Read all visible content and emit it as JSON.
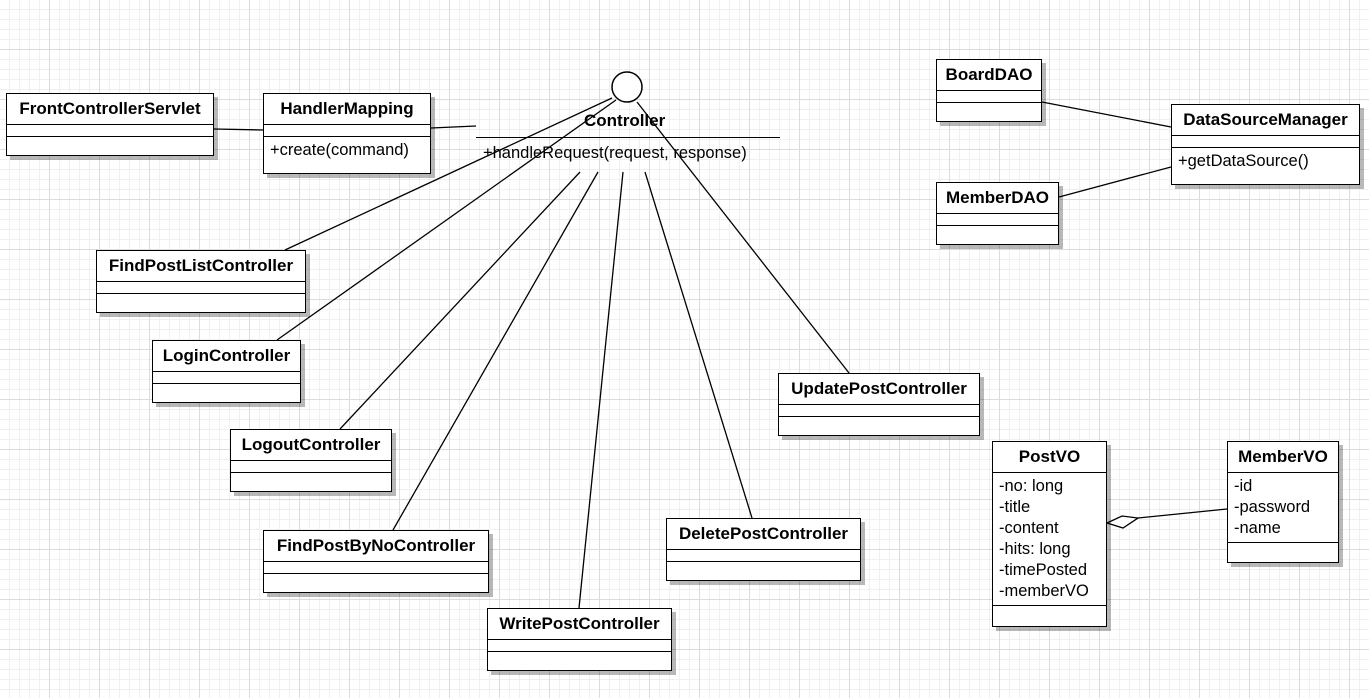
{
  "classes": {
    "frontController": {
      "name": "FrontControllerServlet",
      "attrs": [],
      "ops": []
    },
    "handlerMapping": {
      "name": "HandlerMapping",
      "attrs": [],
      "ops": [
        "+create(command)"
      ]
    },
    "findPostList": {
      "name": "FindPostListController",
      "attrs": [],
      "ops": []
    },
    "login": {
      "name": "LoginController",
      "attrs": [],
      "ops": []
    },
    "logout": {
      "name": "LogoutController",
      "attrs": [],
      "ops": []
    },
    "findPostByNo": {
      "name": "FindPostByNoController",
      "attrs": [],
      "ops": []
    },
    "writePost": {
      "name": "WritePostController",
      "attrs": [],
      "ops": []
    },
    "deletePost": {
      "name": "DeletePostController",
      "attrs": [],
      "ops": []
    },
    "updatePost": {
      "name": "UpdatePostController",
      "attrs": [],
      "ops": []
    },
    "boardDAO": {
      "name": "BoardDAO",
      "attrs": [],
      "ops": []
    },
    "memberDAO": {
      "name": "MemberDAO",
      "attrs": [],
      "ops": []
    },
    "dataSourceManager": {
      "name": "DataSourceManager",
      "attrs": [],
      "ops": [
        "+getDataSource()"
      ]
    },
    "postVO": {
      "name": "PostVO",
      "attrs": [
        "-no: long",
        "-title",
        "-content",
        "-hits: long",
        "-timePosted",
        "-memberVO"
      ],
      "ops": []
    },
    "memberVO": {
      "name": "MemberVO",
      "attrs": [
        "-id",
        "-password",
        "-name"
      ],
      "ops": []
    }
  },
  "controllerInterface": {
    "name": "Controller",
    "operation": "+handleRequest(request, response)"
  }
}
